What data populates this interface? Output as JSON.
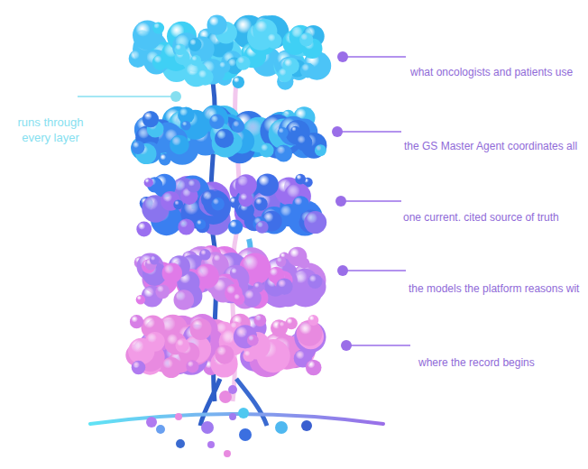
{
  "diagram": {
    "labels": [
      "what oncologists and patients use",
      "runs through every layer",
      "the GS Master Agent coordinates all",
      "one current. cited source of truth",
      "the models the platform reasons wit",
      "where the record begins"
    ]
  }
}
